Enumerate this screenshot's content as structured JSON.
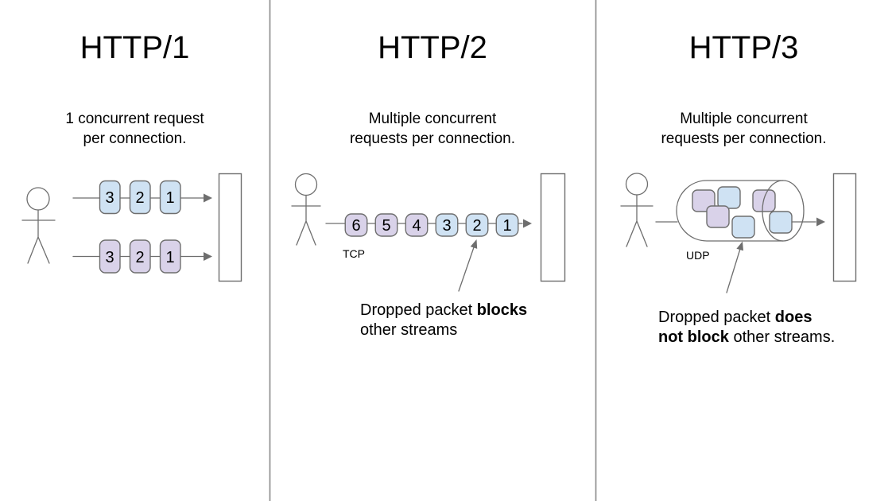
{
  "colors": {
    "packet_blue": "#cfe2f3",
    "packet_purple": "#d9d2e9",
    "line_gray": "#6e6e6e",
    "divider_gray": "#8f8f8f",
    "text_black": "#000000"
  },
  "panels": [
    {
      "title": "HTTP/1",
      "subtitle": "1 concurrent request\nper connection.",
      "rows": [
        {
          "boxes": [
            {
              "label": "3"
            },
            {
              "label": "2"
            },
            {
              "label": "1"
            }
          ]
        },
        {
          "boxes": [
            {
              "label": "3"
            },
            {
              "label": "2"
            },
            {
              "label": "1"
            }
          ]
        }
      ]
    },
    {
      "title": "HTTP/2",
      "subtitle": "Multiple concurrent\nrequests per connection.",
      "protocol": "TCP",
      "queue": [
        {
          "label": "6"
        },
        {
          "label": "5"
        },
        {
          "label": "4"
        },
        {
          "label": "3"
        },
        {
          "label": "2"
        },
        {
          "label": "1"
        }
      ],
      "caption": {
        "lines": [
          [
            {
              "t": "Dropped packet "
            },
            {
              "t": "blocks"
            }
          ],
          [
            {
              "t": "other streams"
            }
          ]
        ]
      }
    },
    {
      "title": "HTTP/3",
      "subtitle": "Multiple concurrent\nrequests per connection.",
      "protocol": "UDP",
      "caption": {
        "lines": [
          [
            {
              "t": "Dropped packet "
            },
            {
              "t": "does"
            }
          ],
          [
            {
              "t": "not block"
            },
            {
              "t": " other streams."
            }
          ]
        ]
      }
    }
  ]
}
